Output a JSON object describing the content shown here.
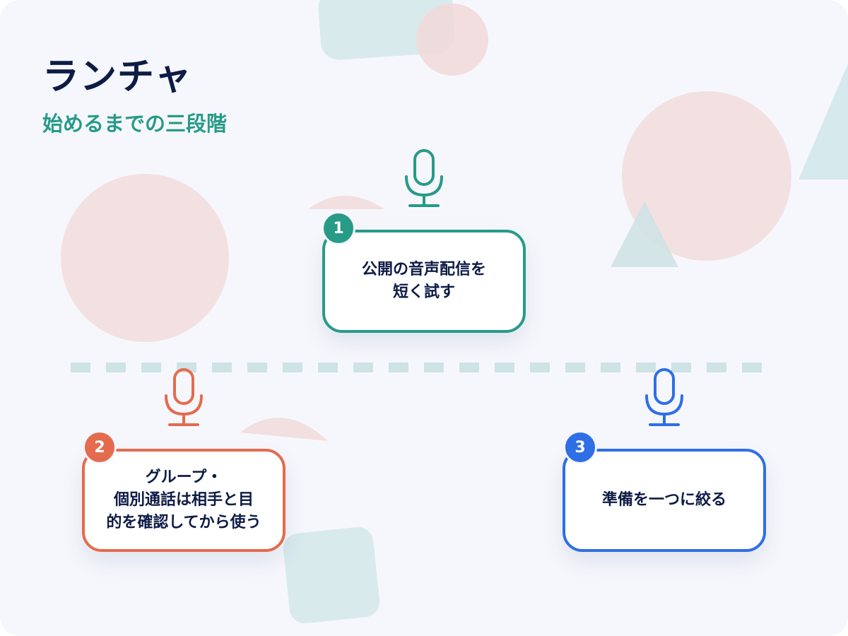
{
  "title": "ランチャ",
  "subtitle": "始めるまでの三段階",
  "colors": {
    "navy": "#0d1b45",
    "teal": "#279b88",
    "orange": "#e56b4f",
    "blue": "#2f6fe6"
  },
  "steps": [
    {
      "number": "1",
      "lines": [
        "公開の音声配信を",
        "短く試す"
      ],
      "icon": "microphone-icon",
      "color": "#279b88"
    },
    {
      "number": "2",
      "lines": [
        "グループ・",
        "個別通話は相手と目",
        "的を確認してから使う"
      ],
      "icon": "microphone-icon",
      "color": "#e56b4f"
    },
    {
      "number": "3",
      "lines": [
        "準備を一つに絞る"
      ],
      "icon": "microphone-icon",
      "color": "#2f6fe6"
    }
  ]
}
